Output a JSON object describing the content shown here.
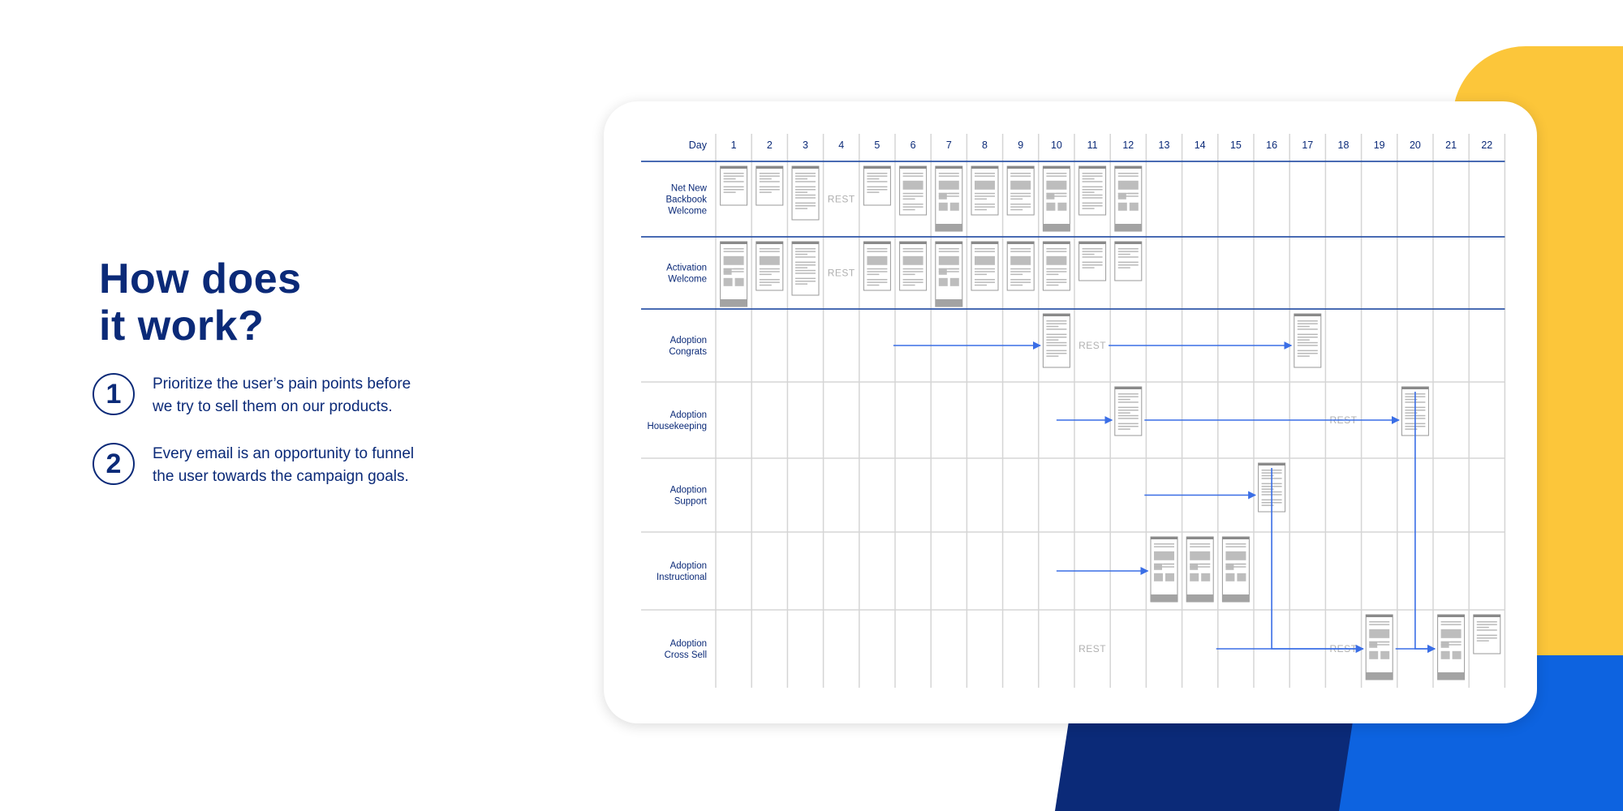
{
  "headline": {
    "line1": "How does",
    "line2": "it work?"
  },
  "steps": [
    {
      "number": "1",
      "line1": "Prioritize the user’s pain points before",
      "line2": "we try to sell them on our products."
    },
    {
      "number": "2",
      "line1": "Every email is an opportunity to funnel",
      "line2": "the user towards the campaign goals."
    }
  ],
  "colors": {
    "navy": "#0b2a78",
    "yellow": "#fcc63a",
    "blue": "#0d63e0",
    "arrow": "#3a6ee6",
    "grid": "#d5d5d5"
  },
  "schedule": {
    "day_header": "Day",
    "days": [
      "1",
      "2",
      "3",
      "4",
      "5",
      "6",
      "7",
      "8",
      "9",
      "10",
      "11",
      "12",
      "13",
      "14",
      "15",
      "16",
      "17",
      "18",
      "19",
      "20",
      "21",
      "22"
    ],
    "rest_label": "REST",
    "rows": [
      {
        "label": [
          "Net New",
          "Backbook",
          "Welcome"
        ],
        "emails": [
          {
            "day": 1,
            "style": "text-short"
          },
          {
            "day": 2,
            "style": "text-short"
          },
          {
            "day": 3,
            "style": "text-long"
          },
          {
            "day": 5,
            "style": "text-short"
          },
          {
            "day": 6,
            "style": "mixed"
          },
          {
            "day": 7,
            "style": "rich"
          },
          {
            "day": 8,
            "style": "mixed"
          },
          {
            "day": 9,
            "style": "mixed"
          },
          {
            "day": 10,
            "style": "rich"
          },
          {
            "day": 11,
            "style": "text-mid"
          },
          {
            "day": 12,
            "style": "rich"
          }
        ],
        "rests": [
          4
        ]
      },
      {
        "label": [
          "Activation",
          "Welcome"
        ],
        "emails": [
          {
            "day": 1,
            "style": "rich"
          },
          {
            "day": 2,
            "style": "mixed"
          },
          {
            "day": 3,
            "style": "text-long"
          },
          {
            "day": 5,
            "style": "mixed"
          },
          {
            "day": 6,
            "style": "mixed"
          },
          {
            "day": 7,
            "style": "rich"
          },
          {
            "day": 8,
            "style": "mixed"
          },
          {
            "day": 9,
            "style": "mixed"
          },
          {
            "day": 10,
            "style": "mixed"
          },
          {
            "day": 11,
            "style": "text-short"
          },
          {
            "day": 12,
            "style": "text-short"
          }
        ],
        "rests": [
          4
        ]
      },
      {
        "label": [
          "Adoption",
          "Congrats"
        ],
        "emails": [
          {
            "day": 10,
            "style": "text-long"
          },
          {
            "day": 17,
            "style": "text-long"
          }
        ],
        "rests": [
          11
        ]
      },
      {
        "label": [
          "Adoption",
          "Housekeeping"
        ],
        "emails": [
          {
            "day": 12,
            "style": "text-mid"
          },
          {
            "day": 20,
            "style": "text-mid"
          }
        ],
        "rests": [
          18
        ]
      },
      {
        "label": [
          "Adoption",
          "Support"
        ],
        "emails": [
          {
            "day": 16,
            "style": "text-mid"
          }
        ],
        "rests": []
      },
      {
        "label": [
          "Adoption",
          "Instructional"
        ],
        "emails": [
          {
            "day": 13,
            "style": "rich"
          },
          {
            "day": 14,
            "style": "rich"
          },
          {
            "day": 15,
            "style": "rich"
          }
        ],
        "rests": []
      },
      {
        "label": [
          "Adoption",
          "Cross Sell"
        ],
        "emails": [
          {
            "day": 19,
            "style": "rich"
          },
          {
            "day": 21,
            "style": "rich"
          },
          {
            "day": 22,
            "style": "text-short"
          }
        ],
        "rests": [
          11,
          18
        ]
      }
    ],
    "flows": [
      {
        "from": {
          "row": 2,
          "day": 5
        },
        "to": {
          "row": 2,
          "day": 10
        }
      },
      {
        "from": {
          "row": 2,
          "day": 11
        },
        "to": {
          "row": 2,
          "day": 17
        }
      },
      {
        "from": {
          "row": 3,
          "day": 10
        },
        "to": {
          "row": 3,
          "day": 12
        }
      },
      {
        "from": {
          "row": 3,
          "day": 12
        },
        "to": {
          "row": 3,
          "day": 20
        }
      },
      {
        "from": {
          "row": 4,
          "day": 12
        },
        "to": {
          "row": 4,
          "day": 16
        }
      },
      {
        "from": {
          "row": 4,
          "day": 16
        },
        "to": {
          "row": 6,
          "day": 19
        }
      },
      {
        "from": {
          "row": 5,
          "day": 10
        },
        "to": {
          "row": 5,
          "day": 13
        }
      },
      {
        "from": {
          "row": 6,
          "day": 14
        },
        "to": {
          "row": 6,
          "day": 19
        }
      },
      {
        "from": {
          "row": 6,
          "day": 19
        },
        "to": {
          "row": 6,
          "day": 21
        }
      },
      {
        "from": {
          "row": 3,
          "day": 20
        },
        "to": {
          "row": 6,
          "day": 21
        }
      }
    ]
  }
}
